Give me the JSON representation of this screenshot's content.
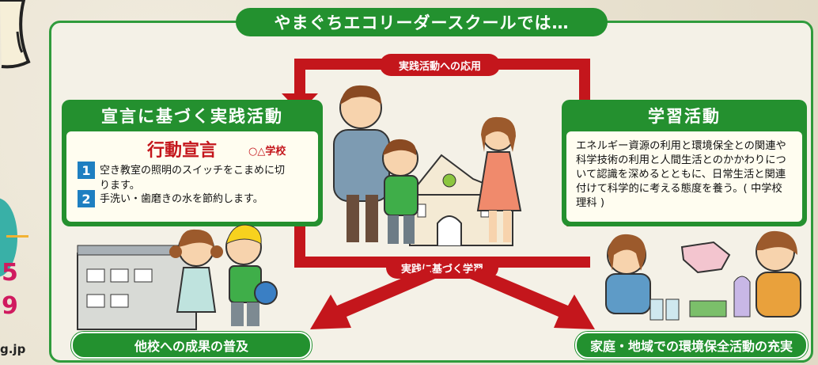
{
  "header": {
    "title": "やまぐちエコリーダースクールでは…"
  },
  "cycle": {
    "top_label": "実践活動への応用",
    "bottom_label": "実践に基づく学習"
  },
  "left_panel": {
    "heading": "宣言に基づく実践活動",
    "declaration_title": "行動宣言",
    "school": "○△学校",
    "items": [
      {
        "num": "1",
        "text_line1": "空き教室の照明のスイッチをこまめに切",
        "text_line2": "ります。"
      },
      {
        "num": "2",
        "text_line1": "手洗い・歯磨きの水を節約します。"
      }
    ]
  },
  "right_panel": {
    "heading": "学習活動",
    "body": "エネルギー資源の利用と環境保全との関連や科学技術の利用と人間生活とのかかわりについて認識を深めるとともに、日常生活と関連付けて科学的に考える態度を養う。( 中学校理科 )"
  },
  "bottom": {
    "left": "他校への成果の普及",
    "right": "家庭・地域での環境保全活動の充実"
  },
  "left_edge": {
    "num1": "5",
    "num2": "9",
    "url_fragment": "g.jp"
  },
  "colors": {
    "green": "#23912f",
    "red": "#c4161c",
    "blue": "#1e7fc1",
    "teal": "#39b0a7",
    "magenta": "#d01a5f"
  }
}
